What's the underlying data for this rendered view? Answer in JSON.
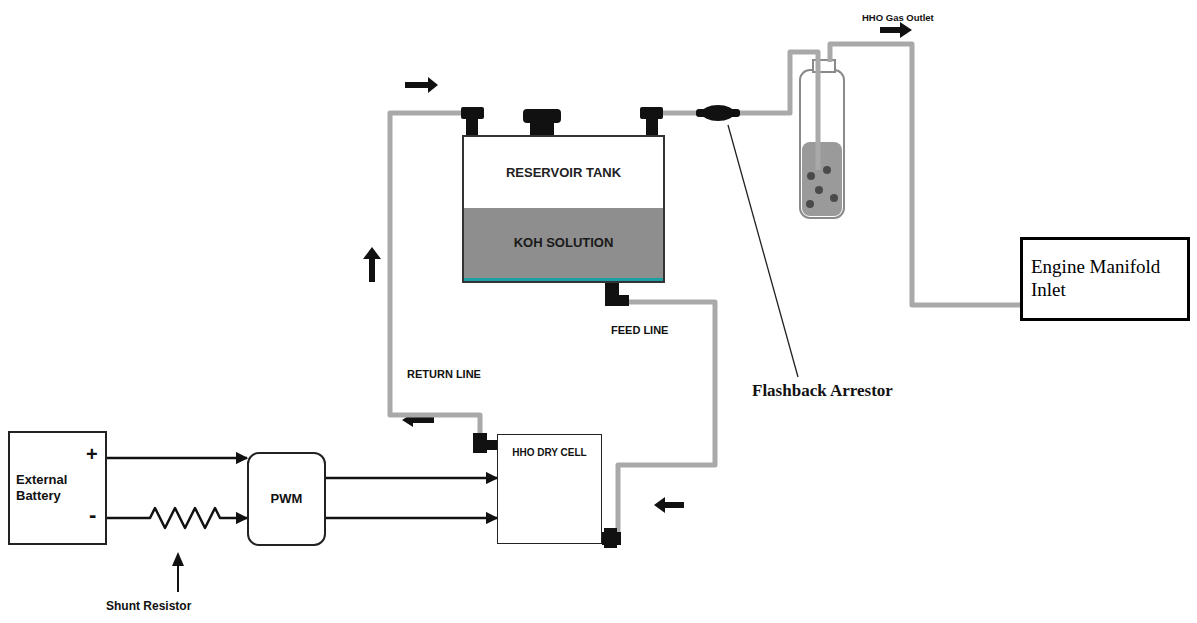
{
  "diagram": {
    "nodes": [
      {
        "text": [
          "RESERVOIR TANK",
          "KOH SOLUTION"
        ]
      },
      {
        "text": [
          "Engine Manifold Inlet"
        ]
      },
      {
        "text": [
          "External Battery"
        ]
      },
      {
        "text": [
          "PWM"
        ]
      },
      {
        "text": [
          "HHO DRY CELL"
        ]
      }
    ],
    "edges": [
      {
        "from": 2,
        "to": 3,
        "arrow": "to"
      },
      {
        "from": 2,
        "to": 3,
        "arrow": "to"
      },
      {
        "from": 3,
        "to": 4,
        "arrow": "to"
      },
      {
        "from": 3,
        "to": 4,
        "arrow": "to"
      },
      {
        "from": 4,
        "to": 0,
        "arrow": "none"
      },
      {
        "from": 0,
        "to": 4,
        "arrow": "none"
      },
      {
        "from": 0,
        "to": 1,
        "arrow": "none"
      }
    ],
    "labels": [
      "+",
      "-",
      "Shunt Resistor",
      "RETURN LINE",
      "FEED LINE",
      "Flashback Arrestor",
      "HHO Gas Outlet"
    ]
  }
}
